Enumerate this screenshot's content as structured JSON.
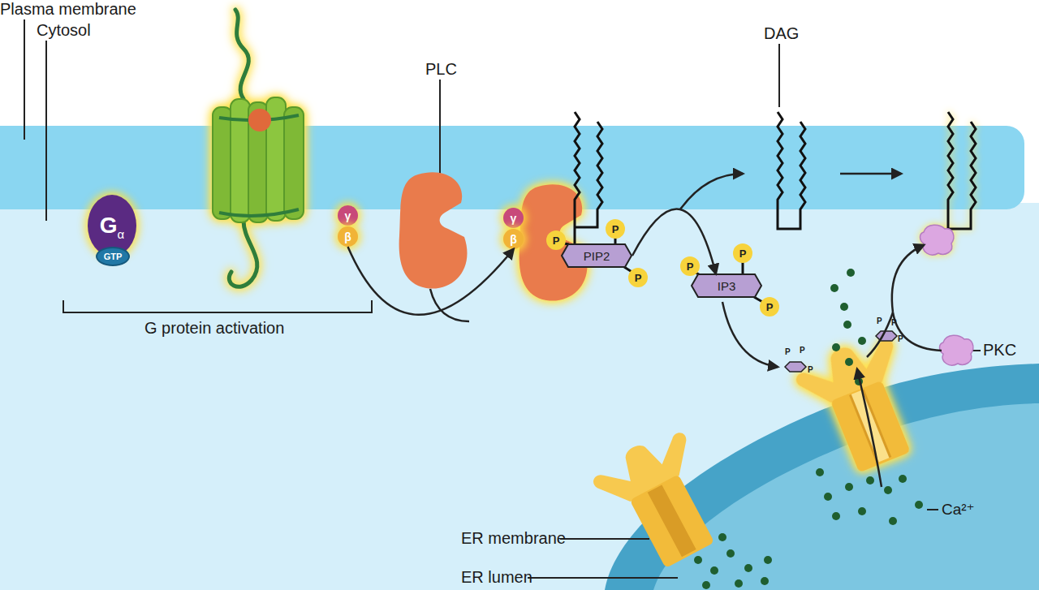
{
  "diagram": {
    "nodes": [
      {
        "text": [
          "G",
          "α"
        ]
      },
      {
        "text": [
          "GTP"
        ],
        "in": 0
      },
      {
        "text": [
          "γ"
        ]
      },
      {
        "text": [
          "β"
        ]
      },
      {
        "text": [
          "γ"
        ]
      },
      {
        "text": [
          "β"
        ]
      },
      {
        "text": [
          "PIP2"
        ]
      },
      {
        "text": [
          "P"
        ]
      },
      {
        "text": [
          "P"
        ]
      },
      {
        "text": [
          "P"
        ]
      },
      {
        "text": [
          "IP3"
        ]
      },
      {
        "text": [
          "P"
        ]
      },
      {
        "text": [
          "P"
        ]
      },
      {
        "text": [
          "P"
        ]
      }
    ],
    "edges": [
      {
        "from": 3,
        "to": 5,
        "arrow": "to"
      },
      {
        "from": 6,
        "to": 10,
        "arrow": "to"
      }
    ],
    "labels": [
      "Plasma membrane",
      "Cytosol",
      "G protein activation",
      "PLC",
      "DAG",
      "PKC",
      "P",
      "P",
      "P",
      "P",
      "P",
      "P",
      "Ca²⁺",
      "ER membrane",
      "ER lumen"
    ]
  }
}
